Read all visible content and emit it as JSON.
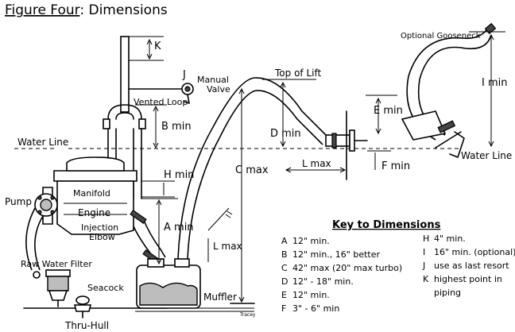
{
  "title": {
    "label": "Figure Four",
    "rest": ": Dimensions"
  },
  "labels": {
    "k": "K",
    "j": "J",
    "manual_valve_1": "Manual",
    "manual_valve_2": "Valve",
    "vented_loop": "Vented Loop",
    "b_min": "B min",
    "water_line_left": "Water Line",
    "h_min": "H min",
    "pump": "Pump",
    "manifold": "Manifold",
    "engine": "Engine",
    "injection_1": "Injection",
    "injection_2": "Elbow",
    "a_min": "A min",
    "raw_water_filter": "Raw Water Filter",
    "seacock": "Seacock",
    "thru_hull": "Thru-Hull",
    "muffler": "Muffler",
    "top_of_lift": "Top of Lift",
    "d_min": "D min",
    "c_max": "C max",
    "l_max_upper": "L max",
    "l_max_lower": "L max",
    "e_min": "E min",
    "f_min": "F min",
    "optional_gooseneck": "Optional Gooseneck",
    "i_min": "I min",
    "water_line_right": "Water Line",
    "signature": "Tracey"
  },
  "key": {
    "title": "Key to Dimensions",
    "left": [
      {
        "letter": "A",
        "text": "12\" min."
      },
      {
        "letter": "B",
        "text": "12\" min., 16\" better"
      },
      {
        "letter": "C",
        "text": "42\" max (20\" max turbo)"
      },
      {
        "letter": "D",
        "text": "12\" - 18\" min."
      },
      {
        "letter": "E",
        "text": "12\" min."
      },
      {
        "letter": "F",
        "text": "3\" - 6\" min"
      }
    ],
    "right": [
      {
        "letter": "H",
        "text": "4\" min."
      },
      {
        "letter": "I",
        "text": "16\" min. (optional)"
      },
      {
        "letter": "J",
        "text": "use as last resort"
      },
      {
        "letter": "K",
        "text": "highest point in"
      },
      {
        "letter": "",
        "text": "piping"
      }
    ]
  }
}
